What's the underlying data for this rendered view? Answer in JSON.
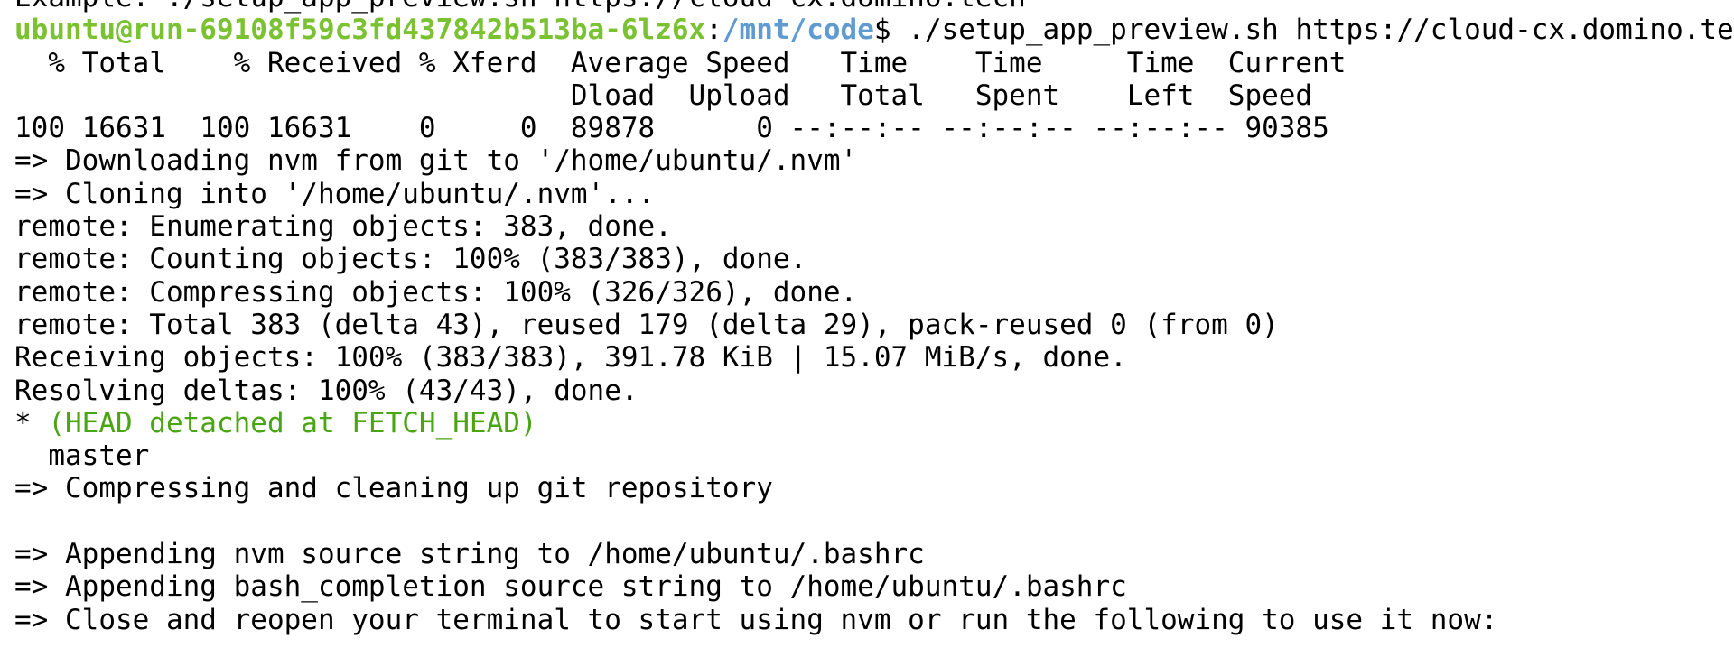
{
  "colors": {
    "background": "#ffffff",
    "text": "#000000",
    "prompt_user": "#7ac231",
    "prompt_path": "#5f9bd0",
    "git_branch_highlight": "#4aa512"
  },
  "terminal": {
    "top_partial_line": "Example: ./setup_app_preview.sh https://cloud-cx.domino.tech",
    "prompt": {
      "user_host": "ubuntu@run-69108f59c3fd437842b513ba-6lz6x",
      "separator": ":",
      "path": "/mnt/code",
      "symbol": "$",
      "command": " ./setup_app_preview.sh https://cloud-cx.domino.tech"
    },
    "curl_header_1": "  % Total    % Received % Xferd  Average Speed   Time    Time     Time  Current",
    "curl_header_2": "                                 Dload  Upload   Total   Spent    Left  Speed",
    "curl_progress": "100 16631  100 16631    0     0  89878      0 --:--:-- --:--:-- --:--:-- 90385",
    "output_lines": [
      "=> Downloading nvm from git to '/home/ubuntu/.nvm'",
      "=> Cloning into '/home/ubuntu/.nvm'...",
      "remote: Enumerating objects: 383, done.",
      "remote: Counting objects: 100% (383/383), done.",
      "remote: Compressing objects: 100% (326/326), done.",
      "remote: Total 383 (delta 43), reused 179 (delta 29), pack-reused 0 (from 0)",
      "Receiving objects: 100% (383/383), 391.78 KiB | 15.07 MiB/s, done.",
      "Resolving deltas: 100% (43/43), done."
    ],
    "branch_star": "* ",
    "branch_detached": "(HEAD detached at FETCH_HEAD)",
    "branch_master": "  master",
    "compress_line": "=> Compressing and cleaning up git repository",
    "final_lines": [
      "=> Appending nvm source string to /home/ubuntu/.bashrc",
      "=> Appending bash_completion source string to /home/ubuntu/.bashrc",
      "=> Close and reopen your terminal to start using nvm or run the following to use it now:"
    ]
  }
}
